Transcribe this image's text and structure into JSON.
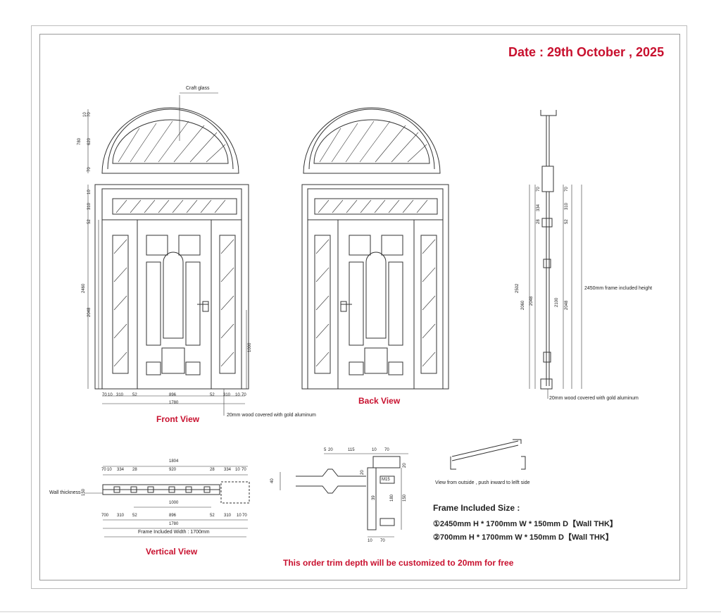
{
  "header": {
    "date": "Date : 29th October , 2025"
  },
  "labels": {
    "craft_glass": "Craft glass",
    "front_view": "Front View",
    "back_view": "Back View",
    "vertical_view": "Vertical View",
    "wood_note_front": "20mm wood covered with gold aluminum",
    "wood_note_side": "20mm wood covered with gold aluminum",
    "frame_height_note": "2450mm frame included height",
    "wall_thickness": "Wall thickness",
    "frame_included_width": "Frame Included Width : 1700mm",
    "view_from_outside": "View from outside , push inward to lelft side"
  },
  "frame_size": {
    "title": "Frame Included Size :",
    "line1": "①2450mm H * 1700mm W * 150mm D【Wall THK】",
    "line2": "②700mm H * 1700mm W * 150mm D【Wall THK】"
  },
  "footer": {
    "note": "This order trim depth will be customized to 20mm for free"
  },
  "dims": {
    "front_bottom": [
      "70",
      "10",
      "310",
      "52",
      "896",
      "52",
      "310",
      "10",
      "70"
    ],
    "front_total": "1780",
    "front_left": [
      "10",
      "70",
      "780",
      "620",
      "70",
      "10",
      "10",
      "70",
      "310",
      "52",
      "2460",
      "2048"
    ],
    "front_door_handle_height": "1000",
    "side": [
      "10",
      "70",
      "334",
      "28",
      "2502",
      "2060",
      "2048",
      "10",
      "70",
      "310",
      "52",
      "2100",
      "2048"
    ],
    "vertical_top_total": "1804",
    "vertical_top": [
      "70",
      "10",
      "334",
      "28",
      "920",
      "28",
      "334",
      "10",
      "70"
    ],
    "vertical_mid": "1000",
    "vertical_wall": "150",
    "vertical_bottom": [
      "700",
      "310",
      "52",
      "896",
      "52",
      "310",
      "10",
      "70"
    ],
    "vertical_bottom_total": "1780",
    "section_top": [
      "5",
      "20",
      "115",
      "10",
      "70"
    ],
    "section_side": [
      "40",
      "20",
      "39",
      "180",
      "150",
      "20"
    ],
    "section_bottom": [
      "10",
      "70"
    ],
    "section_tag": "M15"
  },
  "colors": {
    "accent_red": "#c8102e",
    "line": "#333333"
  }
}
